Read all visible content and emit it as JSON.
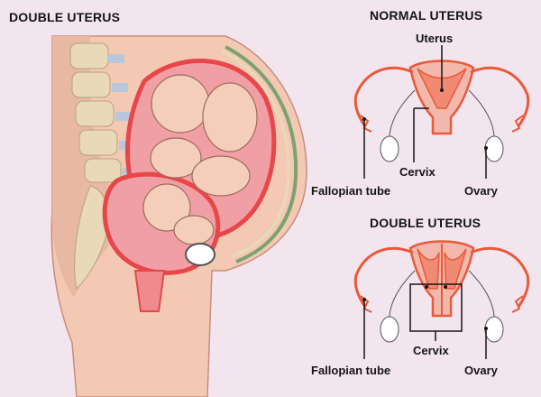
{
  "left_panel": {
    "title": "DOUBLE UTERUS"
  },
  "normal_panel": {
    "title": "NORMAL UTERUS",
    "uterus_label": "Uterus",
    "cervix_label": "Cervix",
    "fallopian_label": "Fallopian tube",
    "ovary_label": "Ovary"
  },
  "double_panel": {
    "title": "DOUBLE UTERUS",
    "cervix_label": "Cervix",
    "fallopian_label": "Fallopian tube",
    "ovary_label": "Ovary"
  },
  "colors": {
    "background": "#f2e5ee",
    "skin": "#f3c9b4",
    "uterus_wall": "#e8474a",
    "uterus_fill": "#f0a0a4",
    "fetus": "#f4cdbb",
    "spine": "#e9d9b8",
    "disc": "#b9c7dc"
  }
}
